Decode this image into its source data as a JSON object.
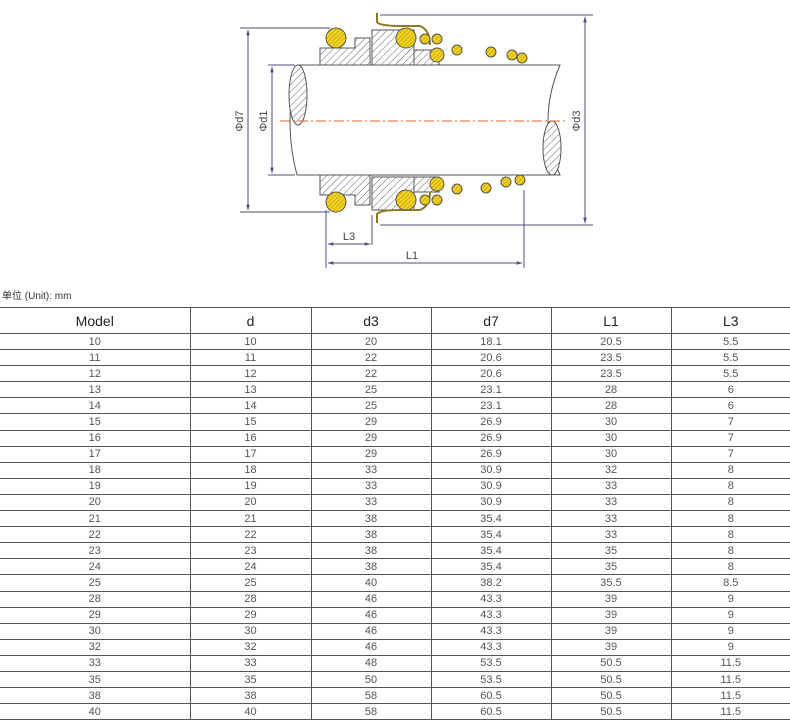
{
  "drawing": {
    "labels": {
      "d7": "Φd7",
      "d1": "Φd1",
      "d3": "Φd3",
      "L3": "L3",
      "L1": "L1"
    },
    "colors": {
      "spring": "#f2d21a",
      "centerline": "#e0602a",
      "dimension": "#5a4a7a"
    }
  },
  "unit_label": "单位 (Unit): mm",
  "table": {
    "headers": [
      "Model",
      "d",
      "d3",
      "d7",
      "L1",
      "L3"
    ],
    "rows": [
      [
        "10",
        "10",
        "20",
        "18.1",
        "20.5",
        "5.5"
      ],
      [
        "11",
        "11",
        "22",
        "20.6",
        "23.5",
        "5.5"
      ],
      [
        "12",
        "12",
        "22",
        "20.6",
        "23.5",
        "5.5"
      ],
      [
        "13",
        "13",
        "25",
        "23.1",
        "28",
        "6"
      ],
      [
        "14",
        "14",
        "25",
        "23.1",
        "28",
        "6"
      ],
      [
        "15",
        "15",
        "29",
        "26.9",
        "30",
        "7"
      ],
      [
        "16",
        "16",
        "29",
        "26.9",
        "30",
        "7"
      ],
      [
        "17",
        "17",
        "29",
        "26.9",
        "30",
        "7"
      ],
      [
        "18",
        "18",
        "33",
        "30.9",
        "32",
        "8"
      ],
      [
        "19",
        "19",
        "33",
        "30.9",
        "33",
        "8"
      ],
      [
        "20",
        "20",
        "33",
        "30.9",
        "33",
        "8"
      ],
      [
        "21",
        "21",
        "38",
        "35.4",
        "33",
        "8"
      ],
      [
        "22",
        "22",
        "38",
        "35.4",
        "33",
        "8"
      ],
      [
        "23",
        "23",
        "38",
        "35.4",
        "35",
        "8"
      ],
      [
        "24",
        "24",
        "38",
        "35.4",
        "35",
        "8"
      ],
      [
        "25",
        "25",
        "40",
        "38.2",
        "35.5",
        "8.5"
      ],
      [
        "28",
        "28",
        "46",
        "43.3",
        "39",
        "9"
      ],
      [
        "29",
        "29",
        "46",
        "43.3",
        "39",
        "9"
      ],
      [
        "30",
        "30",
        "46",
        "43.3",
        "39",
        "9"
      ],
      [
        "32",
        "32",
        "46",
        "43.3",
        "39",
        "9"
      ],
      [
        "33",
        "33",
        "48",
        "53.5",
        "50.5",
        "11.5"
      ],
      [
        "35",
        "35",
        "50",
        "53.5",
        "50.5",
        "11.5"
      ],
      [
        "38",
        "38",
        "58",
        "60.5",
        "50.5",
        "11.5"
      ],
      [
        "40",
        "40",
        "58",
        "60.5",
        "50.5",
        "11.5"
      ]
    ]
  }
}
